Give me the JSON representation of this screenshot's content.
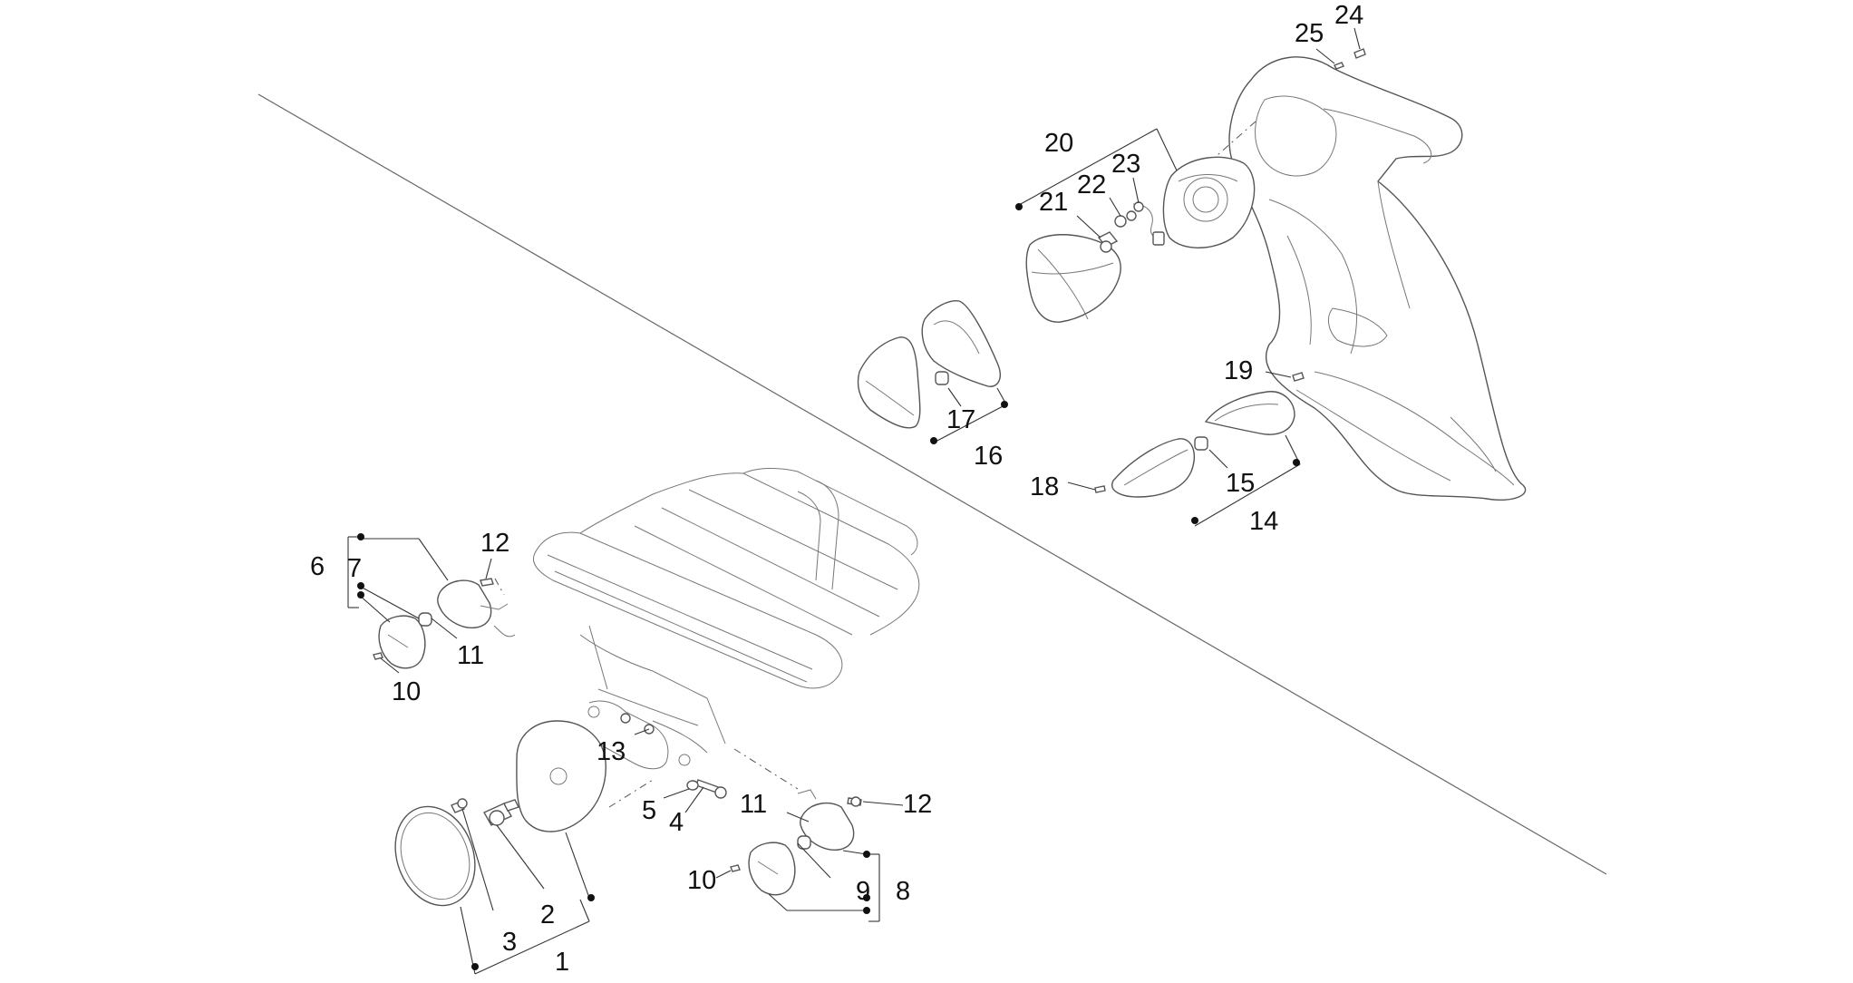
{
  "diagram": {
    "callouts": {
      "c1": "1",
      "c2": "2",
      "c3": "3",
      "c4": "4",
      "c5": "5",
      "c6": "6",
      "c7": "7",
      "c8": "8",
      "c9": "9",
      "c10a": "10",
      "c10b": "10",
      "c11a": "11",
      "c11b": "11",
      "c12a": "12",
      "c12b": "12",
      "c13": "13",
      "c14": "14",
      "c15": "15",
      "c16": "16",
      "c17": "17",
      "c18": "18",
      "c19": "19",
      "c20": "20",
      "c21": "21",
      "c22": "22",
      "c23": "23",
      "c24": "24",
      "c25": "25"
    }
  }
}
